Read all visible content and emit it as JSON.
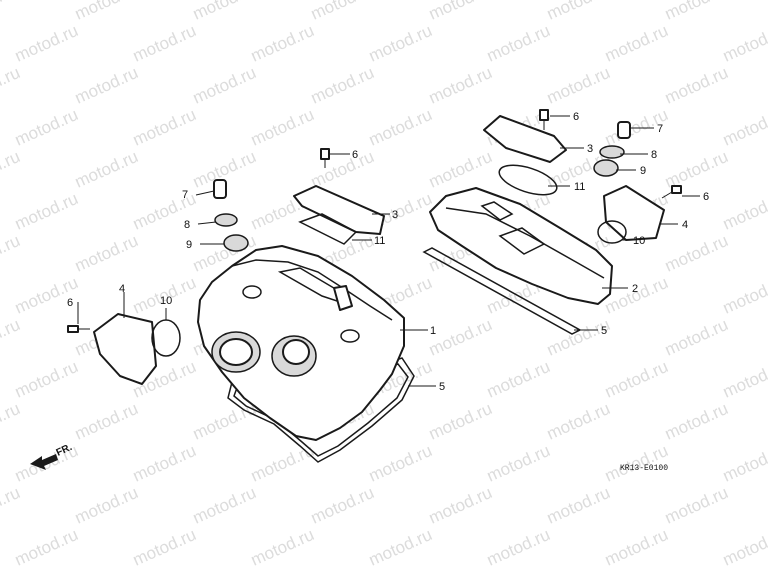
{
  "watermark": {
    "text": "motod.ru",
    "color": "#dcdcdc"
  },
  "direction": {
    "label": "FR."
  },
  "reference_code": "KR13-E0100",
  "callouts": [
    {
      "id": "c1-main",
      "number": "1"
    },
    {
      "id": "c2-main",
      "number": "2"
    },
    {
      "id": "c3-left",
      "number": "3"
    },
    {
      "id": "c3-right",
      "number": "3"
    },
    {
      "id": "c4-left",
      "number": "4"
    },
    {
      "id": "c4-right",
      "number": "4"
    },
    {
      "id": "c5-right",
      "number": "5"
    },
    {
      "id": "c5-main",
      "number": "5"
    },
    {
      "id": "c6-top",
      "number": "6"
    },
    {
      "id": "c6-mid",
      "number": "6"
    },
    {
      "id": "c6-right",
      "number": "6"
    },
    {
      "id": "c6-left",
      "number": "6"
    },
    {
      "id": "c7-right",
      "number": "7"
    },
    {
      "id": "c7-left",
      "number": "7"
    },
    {
      "id": "c8-right",
      "number": "8"
    },
    {
      "id": "c8-left",
      "number": "8"
    },
    {
      "id": "c9-right",
      "number": "9"
    },
    {
      "id": "c9-left",
      "number": "9"
    },
    {
      "id": "c10-right",
      "number": "10"
    },
    {
      "id": "c10-left",
      "number": "10"
    },
    {
      "id": "c11-top",
      "number": "11"
    },
    {
      "id": "c11-mid",
      "number": "11"
    }
  ]
}
